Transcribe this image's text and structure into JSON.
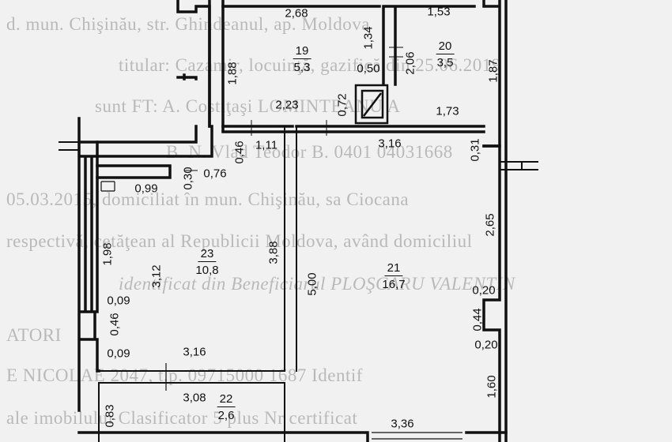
{
  "background_text": [
    "d. mun. Chişinău, str. Ghindeanul, ap. Moldova",
    "titular: Cazamir, locuinţă, gazifică din 25.06.2019",
    "sunt FT: A.  Costiţaşi  LOMINTEANU  A",
    "B. N. Vlad Teodor  B. 0401 04031668",
    "05.03.2015, domiciliat în mun. Chişinău, sa  Ciocana",
    "respectivă, cetăţean al Republicii Moldova, având domiciliul",
    "  identificat din  Beneficiarul  PLOŞCARU  VALENTIN",
    "ATORI",
    "E NICOLAE    2047,  t.p. 09715000 1687   Identif",
    "ale imobilului Clasificator 5 plus Nr  certificat"
  ],
  "rooms": [
    {
      "number": "19",
      "area": "5,3"
    },
    {
      "number": "20",
      "area": "3,5"
    },
    {
      "number": "21",
      "area": "16,7"
    },
    {
      "number": "22",
      "area": "2,6"
    },
    {
      "number": "23",
      "area": "10,8"
    }
  ],
  "dimensions": {
    "d_268": "2,68",
    "d_153": "1,53",
    "d_134": "1,34",
    "d_188": "1,88",
    "d_206": "2,06",
    "d_187": "1,87",
    "d_050": "0,50",
    "d_223": "2,23",
    "d_072": "0,72",
    "d_173": "1,73",
    "d_046a": "0,46",
    "d_111": "1,11",
    "d_316a": "3,16",
    "d_031": "0,31",
    "d_030": "0,30",
    "d_076": "0,76",
    "d_099": "0,99",
    "d_265": "2,65",
    "d_198": "1,98",
    "d_312": "3,12",
    "d_388": "3,88",
    "d_500": "5,00",
    "d_020a": "0,20",
    "d_009a": "0,09",
    "d_046b": "0,46",
    "d_044": "0,44",
    "d_020b": "0,20",
    "d_009b": "0,09",
    "d_316b": "3,16",
    "d_308": "3,08",
    "d_160": "1,60",
    "d_083": "0,83",
    "d_336": "3,36"
  }
}
